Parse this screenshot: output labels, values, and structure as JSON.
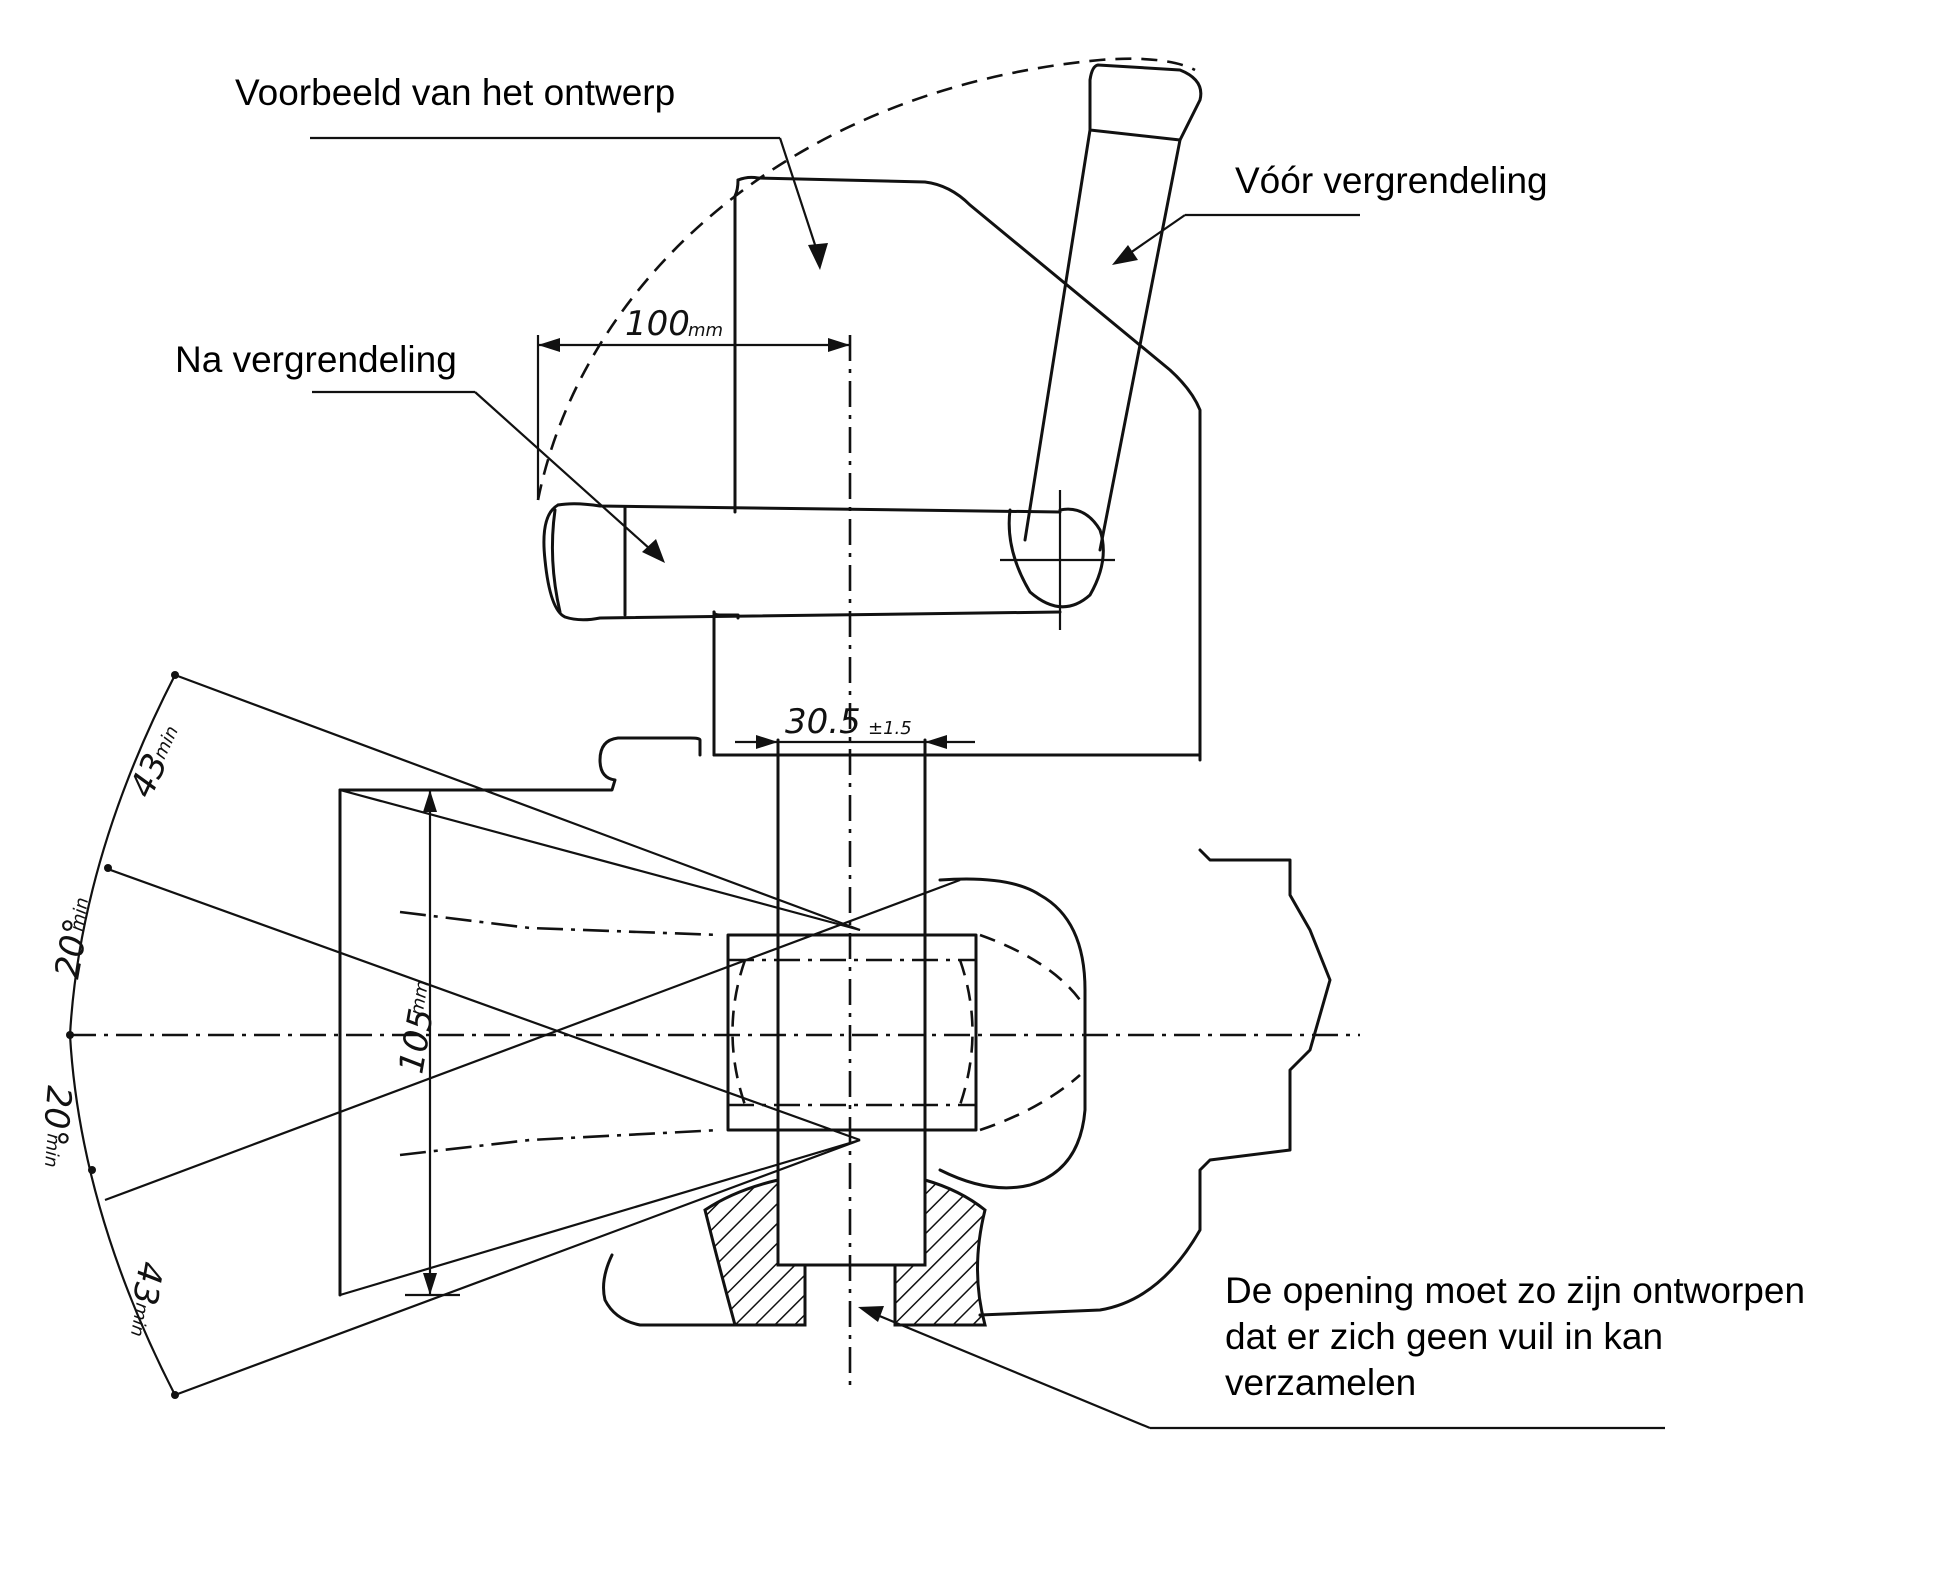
{
  "labels": {
    "example": "Voorbeeld van het ontwerp",
    "before": "Vóór vergrendeling",
    "after": "Na vergrendeling",
    "opening_line1": "De opening moet zo zijn ontworpen",
    "opening_line2": "dat er zich geen vuil in kan",
    "opening_line3": "verzamelen"
  },
  "dimensions": {
    "d100": "100",
    "d100_unit": "mm",
    "d30": "30.5",
    "d30_tol": "±1.5",
    "d105": "105",
    "d105_unit": "mm",
    "a43_top": "43",
    "a20_top": "20°",
    "a20_bottom": "20°",
    "a43_bottom": "43",
    "angle_unit": "min"
  }
}
